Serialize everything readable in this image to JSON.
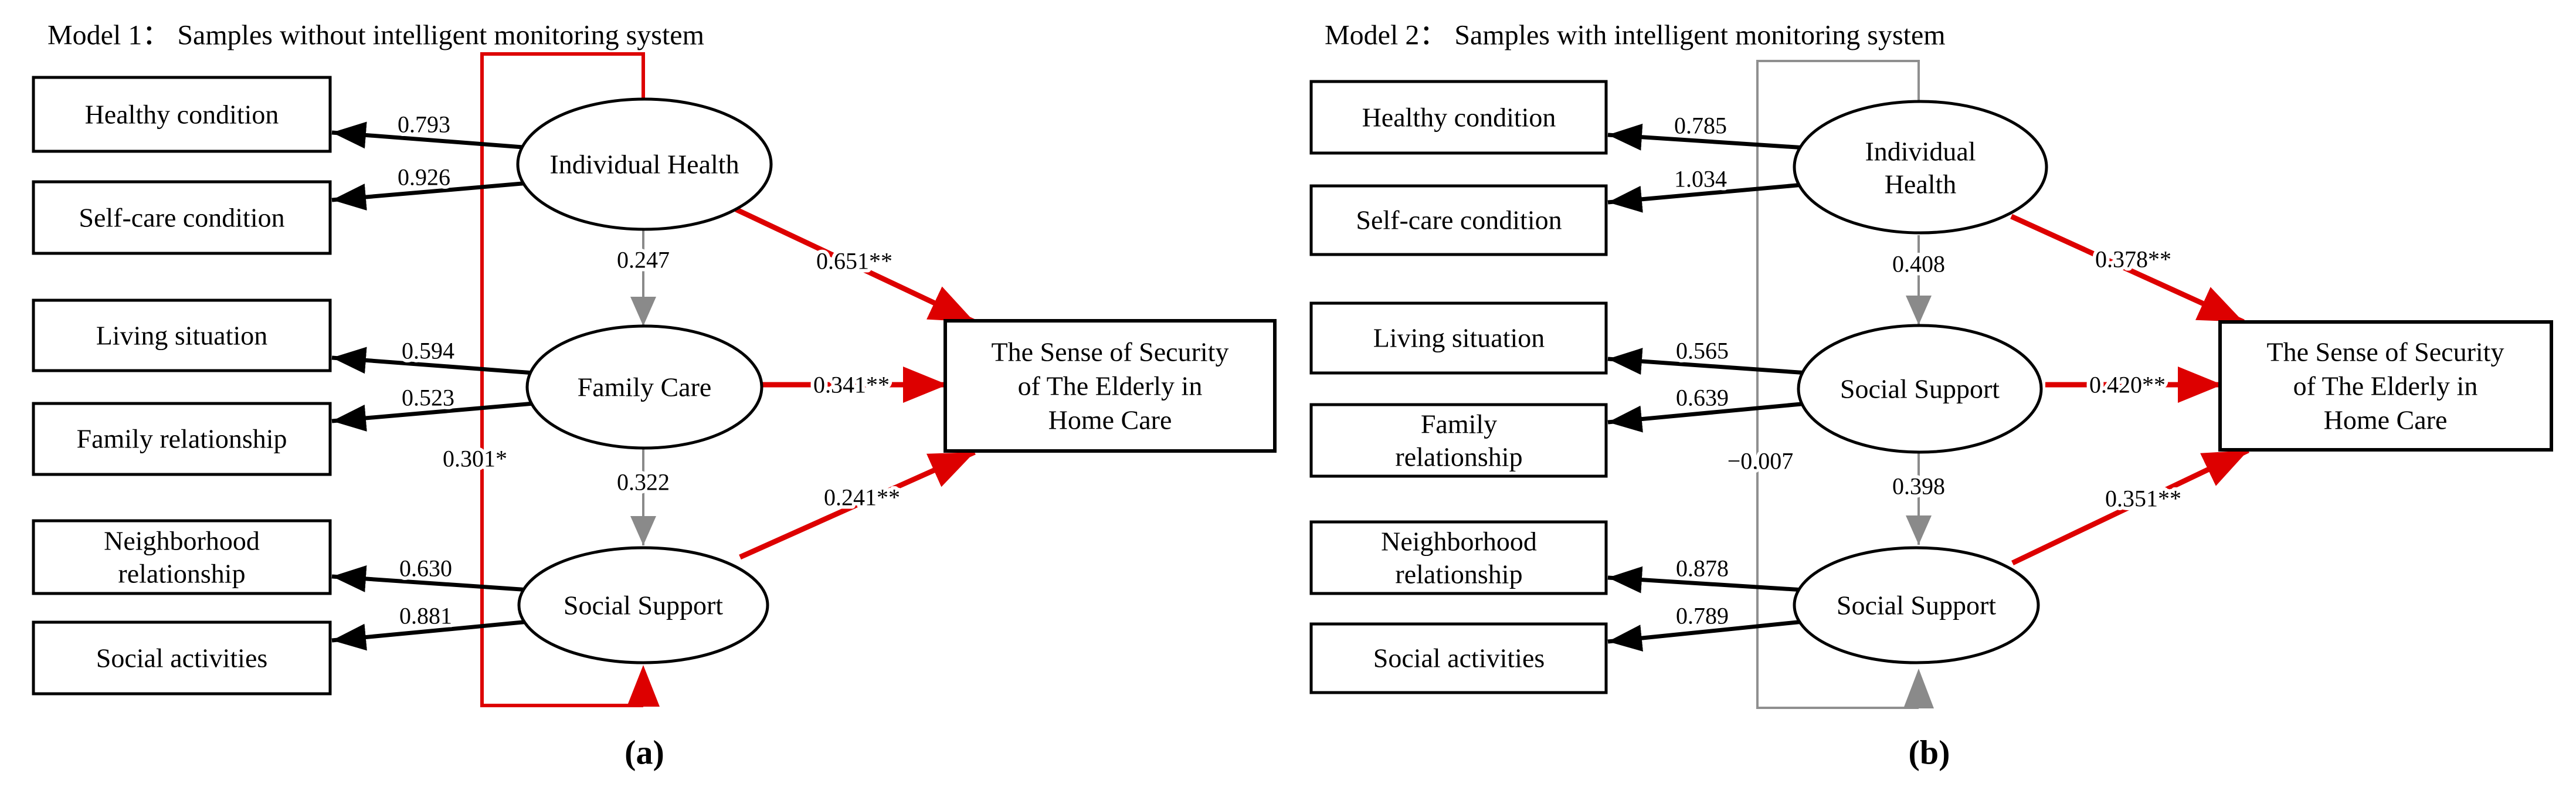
{
  "figure": {
    "background": "#ffffff",
    "accent_red": "#dd0000",
    "arrow_gray": "#8a8a8a",
    "line_black": "#000000"
  },
  "models": [
    {
      "title": "Model 1：  Samples without intelligent monitoring system",
      "panel_label": "(a)",
      "indicators": [
        {
          "lines": [
            "Healthy condition"
          ],
          "loading": "0.793"
        },
        {
          "lines": [
            "Self-care condition"
          ],
          "loading": "0.926"
        },
        {
          "lines": [
            "Living situation"
          ],
          "loading": "0.594"
        },
        {
          "lines": [
            "Family relationship"
          ],
          "loading": "0.523"
        },
        {
          "lines": [
            "Neighborhood",
            "relationship"
          ],
          "loading": "0.630"
        },
        {
          "lines": [
            "Social activities"
          ],
          "loading": "0.881"
        }
      ],
      "latents": [
        {
          "lines": [
            "Individual Health"
          ]
        },
        {
          "lines": [
            "Family Care"
          ]
        },
        {
          "lines": [
            "Social Support"
          ]
        }
      ],
      "structural_paths": [
        {
          "from": "Individual Health",
          "to": "Family Care",
          "coef": "0.247"
        },
        {
          "from": "Family Care",
          "to": "Social Support",
          "coef": "0.322"
        }
      ],
      "outcome_paths": [
        {
          "from": "Individual Health",
          "coef": "0.651**"
        },
        {
          "from": "Family Care",
          "coef": "0.341**"
        },
        {
          "from": "Social Support",
          "coef": "0.241**"
        }
      ],
      "covariance": {
        "between": "Individual Health and Social Support",
        "coef": "0.301*"
      },
      "outcome": {
        "lines": [
          "The Sense of Security",
          "of The Elderly in",
          "Home Care"
        ]
      }
    },
    {
      "title": "Model 2：  Samples with intelligent monitoring system",
      "panel_label": "(b)",
      "indicators": [
        {
          "lines": [
            "Healthy condition"
          ],
          "loading": "0.785"
        },
        {
          "lines": [
            "Self-care condition"
          ],
          "loading": "1.034"
        },
        {
          "lines": [
            "Living situation"
          ],
          "loading": "0.565"
        },
        {
          "lines": [
            "Family",
            "relationship"
          ],
          "loading": "0.639"
        },
        {
          "lines": [
            "Neighborhood",
            "relationship"
          ],
          "loading": "0.878"
        },
        {
          "lines": [
            "Social activities"
          ],
          "loading": "0.789"
        }
      ],
      "latents": [
        {
          "lines": [
            "Individual",
            "Health"
          ]
        },
        {
          "lines": [
            "Social Support"
          ]
        },
        {
          "lines": [
            "Social Support"
          ]
        }
      ],
      "structural_paths": [
        {
          "from": "Individual Health",
          "to": "Social Support",
          "coef": "0.408"
        },
        {
          "from": "Social Support",
          "to": "Social Support",
          "coef": "0.398"
        }
      ],
      "outcome_paths": [
        {
          "from": "Individual Health",
          "coef": "0.378**"
        },
        {
          "from": "Social Support",
          "coef": "0.420**"
        },
        {
          "from": "Social Support",
          "coef": "0.351**"
        }
      ],
      "covariance": {
        "between": "Individual Health and Social Support",
        "coef": "−0.007"
      },
      "outcome": {
        "lines": [
          "The Sense of Security",
          "of The Elderly in",
          "Home Care"
        ]
      }
    }
  ]
}
